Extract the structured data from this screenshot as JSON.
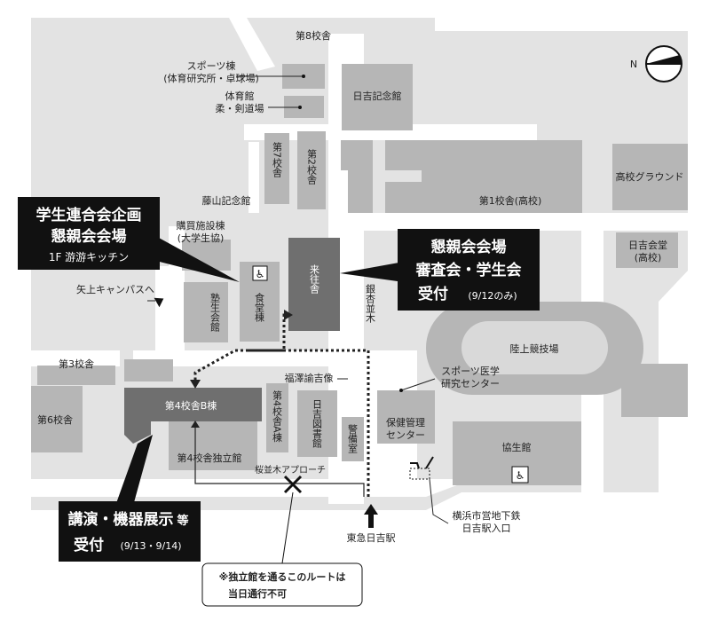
{
  "map": {
    "compass": {
      "label": "N"
    },
    "buildings": {
      "dai8": "第8校舎",
      "sports": [
        "スポーツ棟",
        "(体育研究所・卓球場)"
      ],
      "gym": [
        "体育館",
        "柔・剣道場"
      ],
      "hiyoshi_kinen": "日吉記念館",
      "dai7": "第7校舎",
      "dai2": "第2校舎",
      "fujiyama": "藤山記念館",
      "dai1": "第1校舎(高校)",
      "koko_ground": "高校グラウンド",
      "hiyoshi_kaido": [
        "日吉会堂",
        "(高校)"
      ],
      "kobai": [
        "購買施設棟",
        "(大学生協)"
      ],
      "raiojusha": "来往舎",
      "ginkgo": "銀杏並木",
      "shokudo": "食堂棟",
      "jukusei": "塾生会館",
      "yagami": "矢上キャンパスへ",
      "rikujo": "陸上競技場",
      "sports_med": [
        "スポーツ医学",
        "研究センター"
      ],
      "dai3": "第3校舎",
      "fukuzawa": "福澤諭吉像",
      "dai4b": "第4校舎B棟",
      "dai4a": "第4校舎A棟",
      "library": "日吉図書館",
      "keibi": "警備室",
      "hoken": [
        "保健管理",
        "センター"
      ],
      "kyosei": "協生館",
      "dai6": "第6校舎",
      "dai4dokuritsu": "第4校舎独立館",
      "sakura": "桜並木アプローチ",
      "tokyu": "東急日吉駅",
      "subway": [
        "横浜市営地下鉄",
        "日吉駅入口"
      ]
    },
    "callouts": {
      "left": {
        "line1": "学生連合会企画",
        "line2": "懇親会会場",
        "line3": "1F 游游キッチン"
      },
      "right": {
        "line1": "懇親会会場",
        "line2": "審査会・学生会",
        "line3": "受付",
        "note": "(9/12のみ)"
      },
      "bottom": {
        "line1": "講演・機器展示",
        "line1_suffix": "等",
        "line2": "受付",
        "note": "(9/13・9/14)"
      }
    },
    "notice": {
      "line1": "※独立館を通るこのルートは",
      "line2": "当日通行不可"
    }
  }
}
